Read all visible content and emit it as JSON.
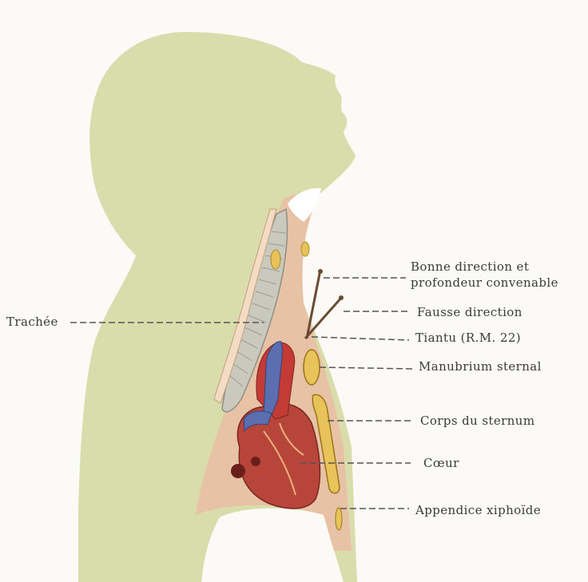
{
  "labels": {
    "bonne_line1": "Bonne direction et",
    "bonne_line2": "profondeur convenable",
    "fausse": "Fausse direction",
    "tiantu": "Tiantu (R.M. 22)",
    "manubrium": "Manubrium sternal",
    "corps": "Corps du sternum",
    "coeur": "Cœur",
    "appendice": "Appendice xiphoïde",
    "trachee": "Trachée"
  },
  "colors": {
    "background": "#fbfaf6",
    "silhouette": "#d9dcab",
    "tissue": "#e8c2a4",
    "heart": "#b8453a",
    "aorta": "#c43a34",
    "vein": "#5b6fb0",
    "bone": "#e8c35a",
    "trachea": "#c9c9bd",
    "leader_line": "#555555"
  },
  "icons": {
    "needle_correct": "needle-icon",
    "needle_wrong": "needle-icon"
  }
}
